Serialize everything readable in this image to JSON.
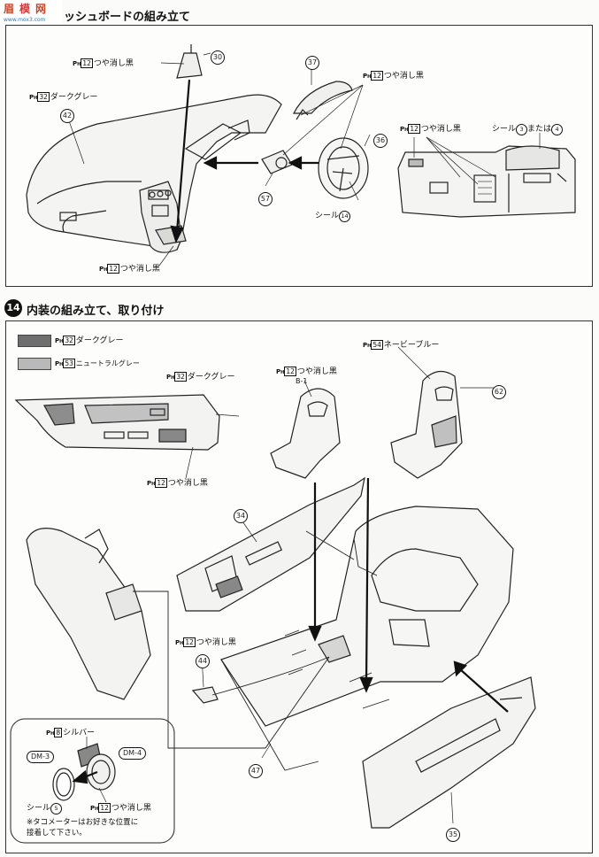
{
  "watermark": {
    "glyphs": [
      "眉",
      "模",
      "网"
    ],
    "url": "www.mox3.com"
  },
  "step13": {
    "title": "ッシュボードの組み立て",
    "labels": {
      "p30": "つや消し黒",
      "p42": "ダークグレー",
      "p37": "つや消し黒",
      "p_bottom": "つや消し黒",
      "p_right": "つや消し黒",
      "seal_right": "シール",
      "seal_or": "または",
      "seal_wheel": "シール"
    },
    "codes": {
      "c12": "12",
      "c32": "32"
    },
    "parts": {
      "p30": "30",
      "p37": "37",
      "p42": "42",
      "p36": "36",
      "p57": "57"
    },
    "seals": {
      "s3": "3",
      "s4": "4",
      "s14": "14"
    }
  },
  "step14": {
    "number": "14",
    "title": "内装の組み立て、取り付け",
    "legend": [
      {
        "code": "32",
        "text": "ダークグレー",
        "color": "#6e6e6e"
      },
      {
        "code": "53",
        "text": "ニュートラルグレー",
        "color": "#b9b9b9"
      }
    ],
    "labels": {
      "door_left": "ダークグレー",
      "door_left_bottom": "つや消し黒",
      "seat_front": "つや消し黒",
      "seat_front_sub": "B-1",
      "seat_rear": "ネービーブルー",
      "gearbox": "つや消し黒",
      "inset_silver": "シルバー",
      "inset_black": "つや消し黒",
      "inset_seal": "シール",
      "inset_note1": "※タコメーターはお好きな位置に",
      "inset_note2": "接着して下さい。"
    },
    "codes": {
      "c8": "8",
      "c12": "12",
      "c32": "32",
      "c54": "54"
    },
    "parts": {
      "p62": "62",
      "p34": "34",
      "p44": "44",
      "p47": "47",
      "p35": "35"
    },
    "dm": {
      "dm3": "DM-3",
      "dm4": "DM-4"
    },
    "seals": {
      "s5": "5"
    }
  },
  "paint_prefix": "P",
  "paint_sub": "H"
}
